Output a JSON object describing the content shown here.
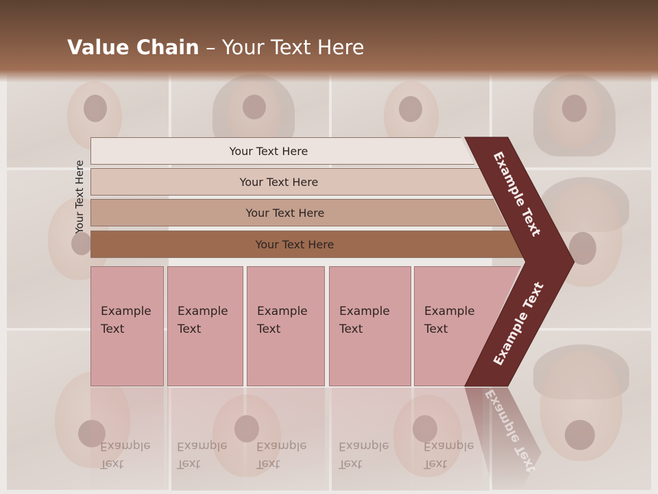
{
  "title": {
    "bold": "Value Chain",
    "rest": " – Your Text Here"
  },
  "side_label": "Your Text Here",
  "bars": [
    "Your Text Here",
    "Your Text Here",
    "Your Text Here",
    "Your Text Here"
  ],
  "boxes": [
    {
      "line1": "Example",
      "line2": "Text"
    },
    {
      "line1": "Example",
      "line2": "Text"
    },
    {
      "line1": "Example",
      "line2": "Text"
    },
    {
      "line1": "Example",
      "line2": "Text"
    },
    {
      "line1": "Example",
      "line2": "Text"
    }
  ],
  "chevron": {
    "upper": "Example Text",
    "lower": "Example Text"
  },
  "colors": {
    "chevron": "#6a2e2c",
    "title_bar": "#7d5742",
    "box": "#d3a0a1"
  }
}
